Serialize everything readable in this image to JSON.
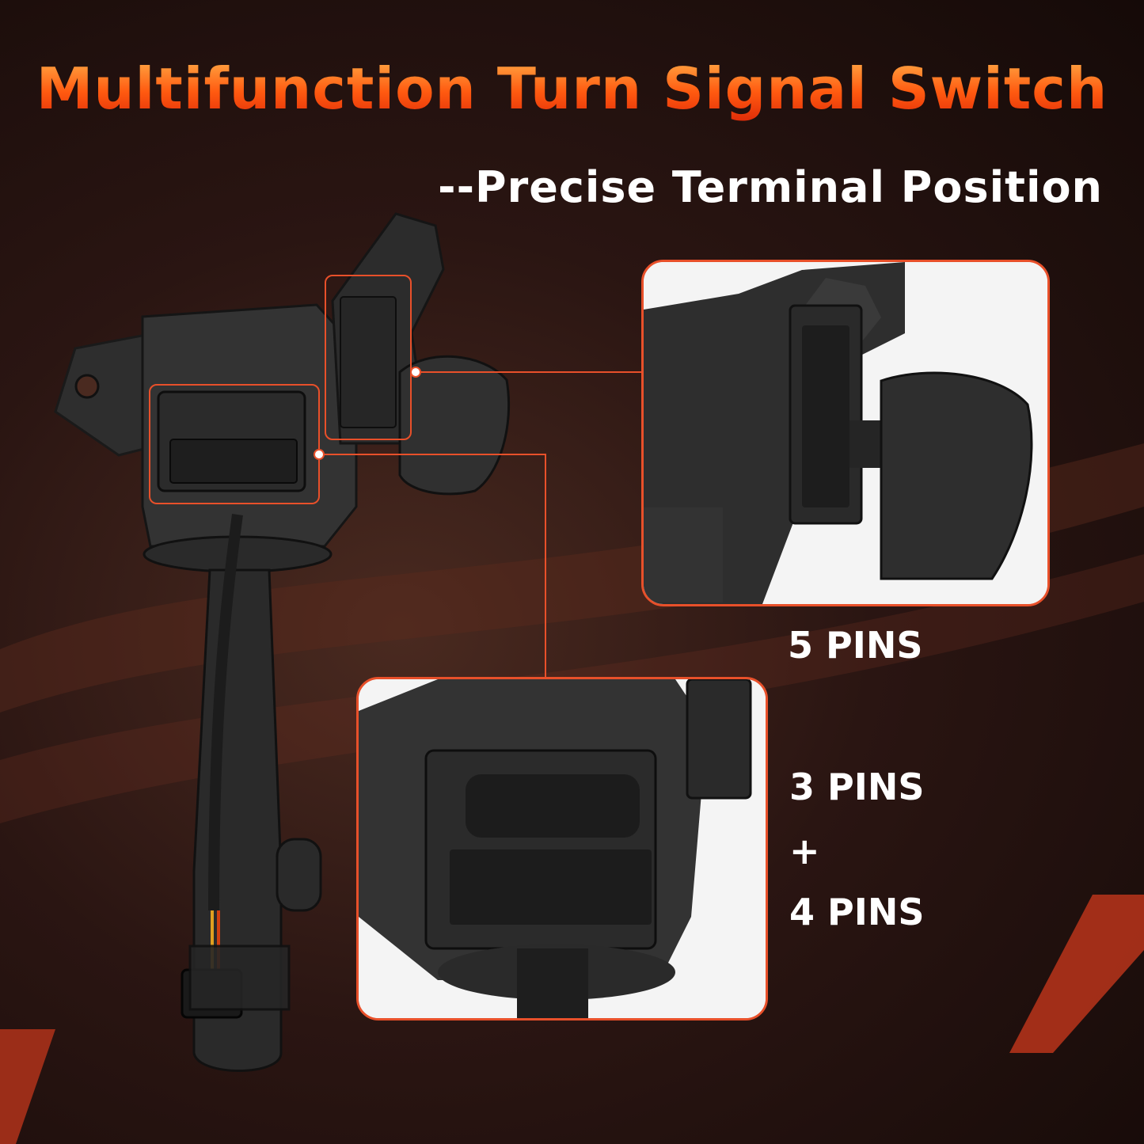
{
  "title": "Multifunction Turn Signal Switch",
  "subtitle": "--Precise Terminal Position",
  "labels": {
    "five_pins": "5 PINS",
    "three_pins": "3 PINS",
    "plus": "+",
    "four_pins": "4 PINS"
  },
  "colors": {
    "accent": "#e8502a",
    "title_top": "#ffb04a",
    "title_bottom": "#e02b08",
    "background": "#2a1512"
  },
  "icons": {
    "product": "turn-signal-switch-photo"
  }
}
